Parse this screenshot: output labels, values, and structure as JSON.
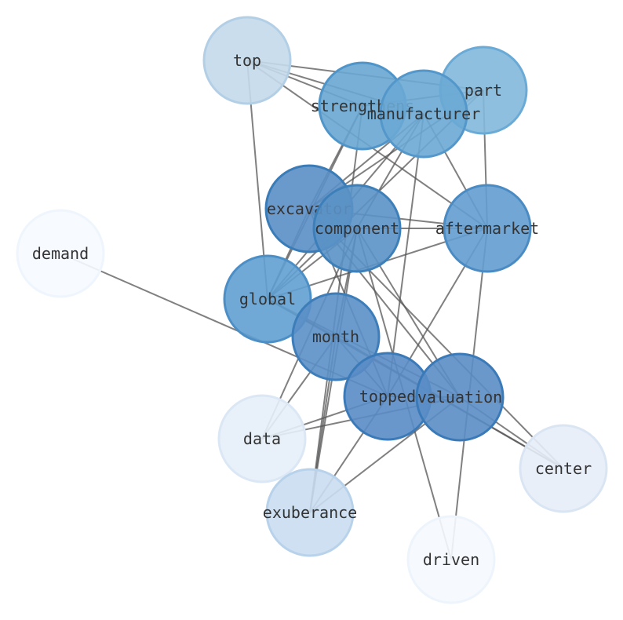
{
  "nodes": [
    {
      "id": "top",
      "label": "top",
      "color": "#c4d9ea",
      "stroke": "#b3cfe6"
    },
    {
      "id": "part",
      "label": "part",
      "color": "#83b8dc",
      "stroke": "#6aaad6"
    },
    {
      "id": "strengthens",
      "label": "strengthens",
      "color": "#68a6d3",
      "stroke": "#4f95c9"
    },
    {
      "id": "manufacturer",
      "label": "manufacturer",
      "color": "#6aa8d4",
      "stroke": "#5397cb"
    },
    {
      "id": "excavator",
      "label": "excavator",
      "color": "#5a8ec6",
      "stroke": "#3a7cb8"
    },
    {
      "id": "component",
      "label": "component",
      "color": "#5b92c6",
      "stroke": "#3c7fb9"
    },
    {
      "id": "aftermarket",
      "label": "aftermarket",
      "color": "#639ccf",
      "stroke": "#4a8bc4"
    },
    {
      "id": "demand",
      "label": "demand",
      "color": "#f6faff",
      "stroke": "#eef5fd"
    },
    {
      "id": "global",
      "label": "global",
      "color": "#61a0d2",
      "stroke": "#4c8ec6"
    },
    {
      "id": "month",
      "label": "month",
      "color": "#5b8fc6",
      "stroke": "#3d7db9"
    },
    {
      "id": "topped",
      "label": "topped",
      "color": "#5a8cc5",
      "stroke": "#3b7ab8"
    },
    {
      "id": "valuation",
      "label": "valuation",
      "color": "#5a8dc5",
      "stroke": "#3b7ab8"
    },
    {
      "id": "data",
      "label": "data",
      "color": "#e6eef8",
      "stroke": "#dbe7f5"
    },
    {
      "id": "center",
      "label": "center",
      "color": "#e5edf7",
      "stroke": "#dae5f3"
    },
    {
      "id": "exuberance",
      "label": "exuberance",
      "color": "#c9ddef",
      "stroke": "#b7d2ea"
    },
    {
      "id": "driven",
      "label": "driven",
      "color": "#f5f9fe",
      "stroke": "#edf4fc"
    }
  ],
  "edges": [
    [
      "top",
      "strengthens"
    ],
    [
      "top",
      "manufacturer"
    ],
    [
      "top",
      "part"
    ],
    [
      "top",
      "global"
    ],
    [
      "top",
      "aftermarket"
    ],
    [
      "strengthens",
      "global"
    ],
    [
      "strengthens",
      "excavator"
    ],
    [
      "strengthens",
      "exuberance"
    ],
    [
      "strengthens",
      "part"
    ],
    [
      "manufacturer",
      "global"
    ],
    [
      "manufacturer",
      "excavator"
    ],
    [
      "manufacturer",
      "component"
    ],
    [
      "manufacturer",
      "aftermarket"
    ],
    [
      "manufacturer",
      "topped"
    ],
    [
      "part",
      "excavator"
    ],
    [
      "part",
      "global"
    ],
    [
      "part",
      "aftermarket"
    ],
    [
      "excavator",
      "aftermarket"
    ],
    [
      "excavator",
      "component"
    ],
    [
      "excavator",
      "global"
    ],
    [
      "excavator",
      "topped"
    ],
    [
      "excavator",
      "valuation"
    ],
    [
      "excavator",
      "center"
    ],
    [
      "component",
      "aftermarket"
    ],
    [
      "component",
      "global"
    ],
    [
      "component",
      "exuberance"
    ],
    [
      "component",
      "data"
    ],
    [
      "component",
      "driven"
    ],
    [
      "component",
      "month"
    ],
    [
      "component",
      "valuation"
    ],
    [
      "aftermarket",
      "global"
    ],
    [
      "aftermarket",
      "topped"
    ],
    [
      "aftermarket",
      "driven"
    ],
    [
      "demand",
      "topped"
    ],
    [
      "global",
      "month"
    ],
    [
      "global",
      "center"
    ],
    [
      "global",
      "valuation"
    ],
    [
      "month",
      "topped"
    ],
    [
      "month",
      "data"
    ],
    [
      "month",
      "center"
    ],
    [
      "month",
      "exuberance"
    ],
    [
      "topped",
      "data"
    ],
    [
      "topped",
      "valuation"
    ],
    [
      "topped",
      "exuberance"
    ],
    [
      "valuation",
      "data"
    ],
    [
      "valuation",
      "exuberance"
    ],
    [
      "valuation",
      "center"
    ]
  ]
}
